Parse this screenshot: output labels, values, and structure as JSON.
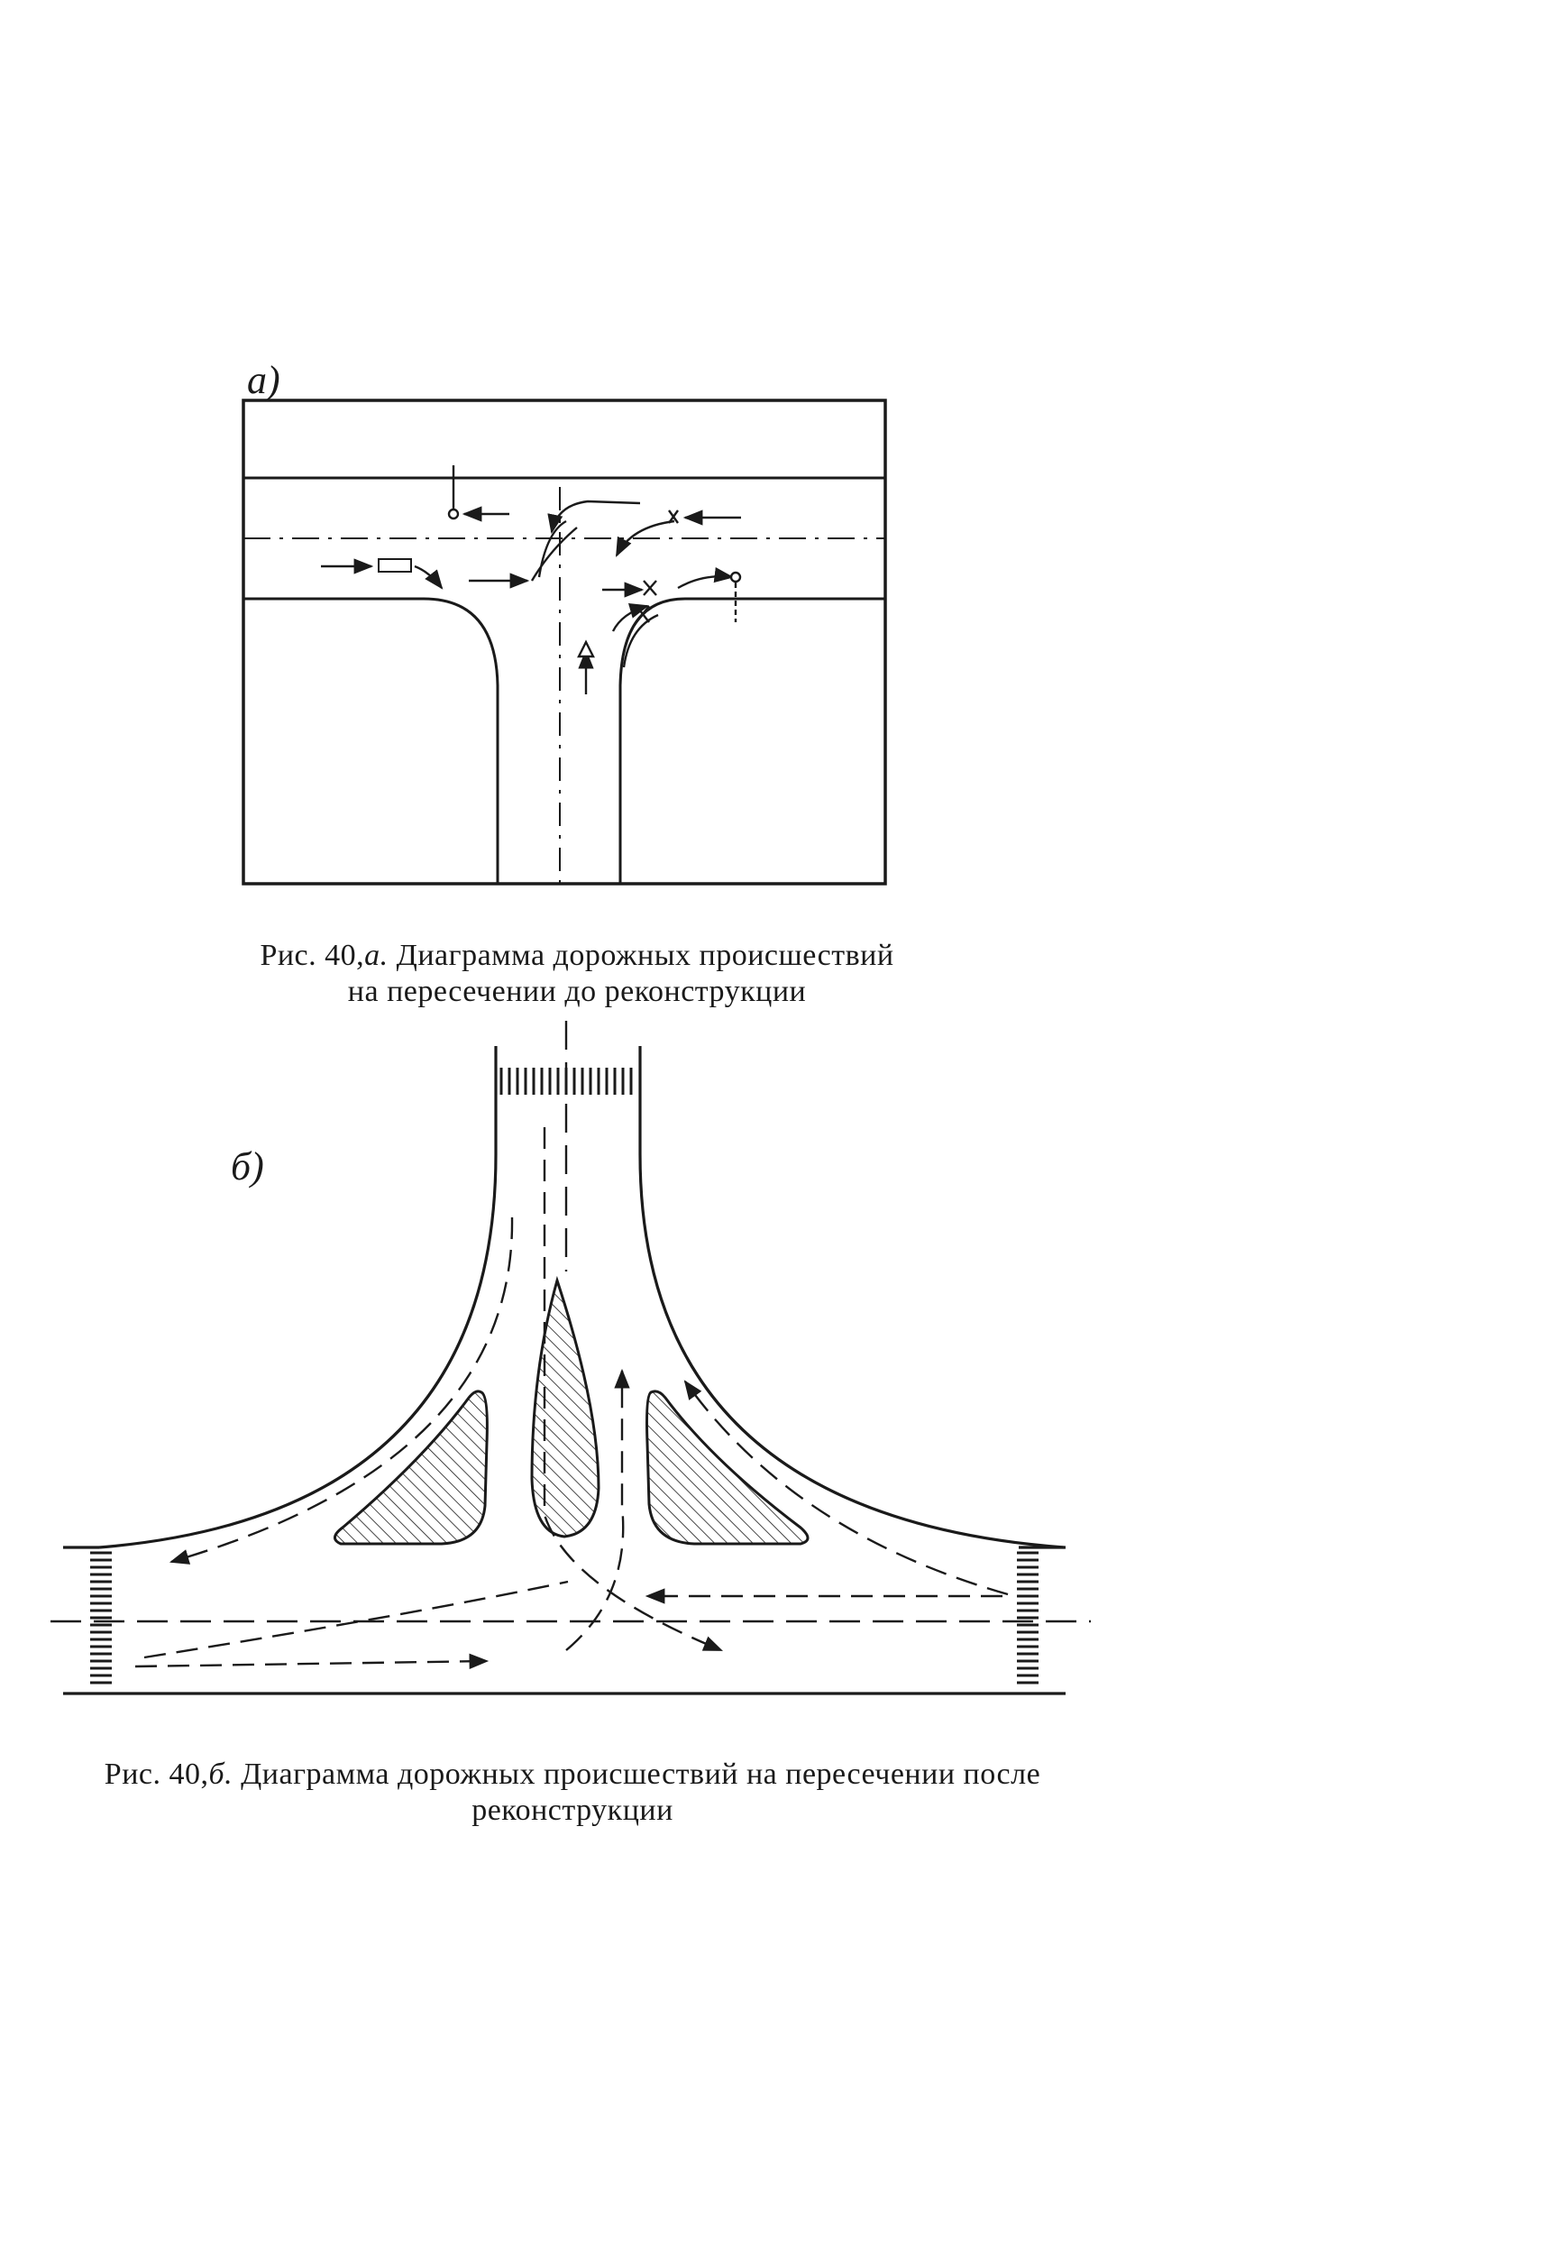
{
  "figure_a": {
    "label": "а)",
    "caption_prefix": "Рис. 40,",
    "caption_letter": "а.",
    "caption_line1": "Диаграмма дорожных происшествий",
    "caption_line2": "на пересечении до реконструкции"
  },
  "figure_b": {
    "label": "б)",
    "caption_prefix": "Рис. 40,",
    "caption_letter": "б.",
    "caption_line1": "Диаграмма дорожных происшествий на пересечении после",
    "caption_line2": "реконструкции"
  },
  "colors": {
    "ink": "#1a1a1a",
    "paper": "#ffffff"
  }
}
